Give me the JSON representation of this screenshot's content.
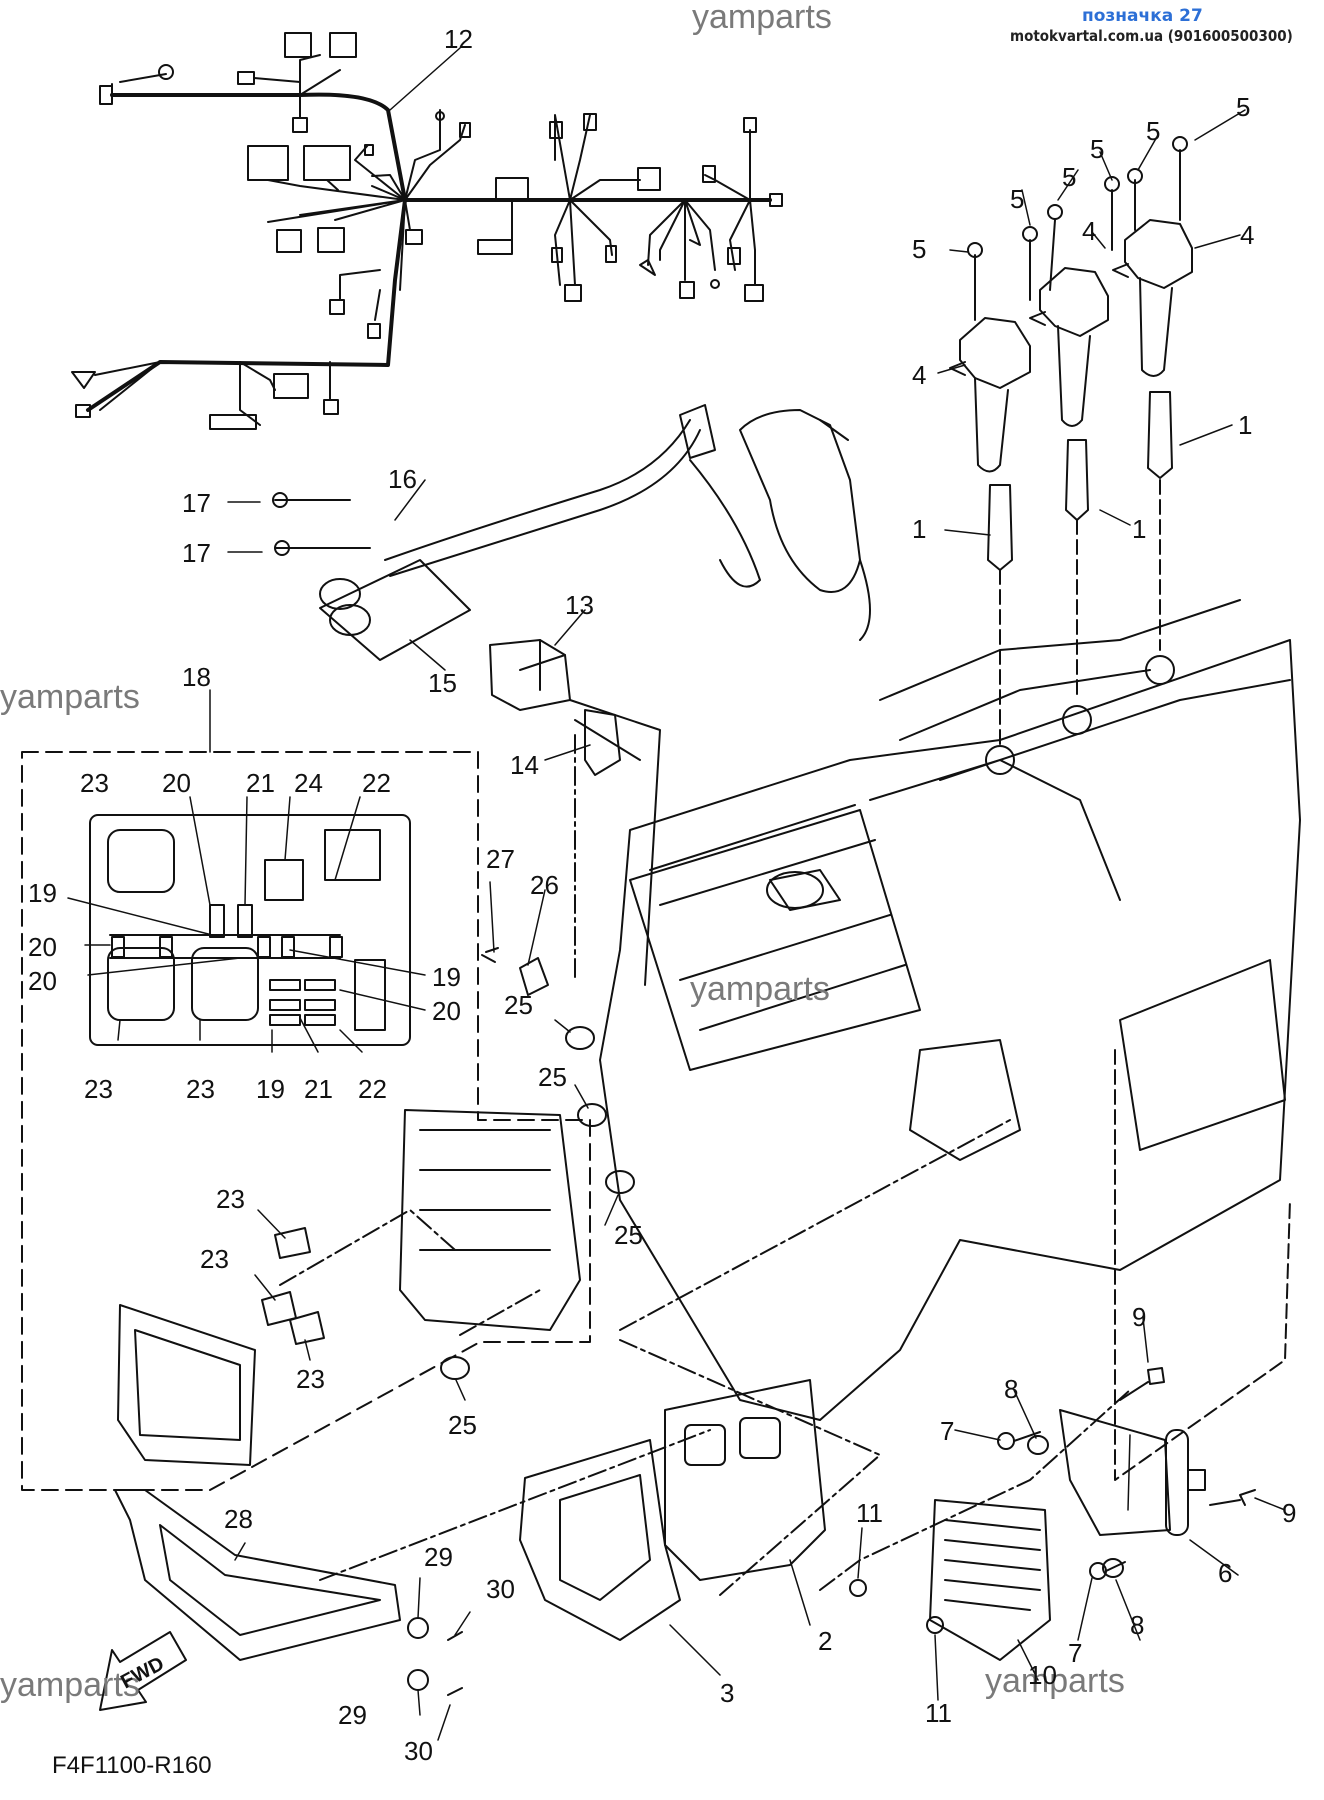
{
  "header": {
    "badge": "позначка 27",
    "source": "motokvartal.com.ua (901600500300)"
  },
  "watermarks": [
    "yamparts",
    "yamparts",
    "yamparts",
    "yamparts",
    "yamparts"
  ],
  "diagram_code": "F4F1100-R160",
  "fwd_label": "FWD",
  "callouts": [
    "1",
    "1",
    "1",
    "2",
    "3",
    "4",
    "4",
    "4",
    "5",
    "5",
    "5",
    "5",
    "5",
    "5",
    "6",
    "7",
    "7",
    "8",
    "8",
    "9",
    "9",
    "10",
    "11",
    "11",
    "12",
    "13",
    "14",
    "15",
    "16",
    "17",
    "17",
    "18",
    "19",
    "19",
    "19",
    "20",
    "20",
    "20",
    "20",
    "21",
    "21",
    "22",
    "22",
    "23",
    "23",
    "23",
    "23",
    "23",
    "23",
    "24",
    "25",
    "25",
    "25",
    "25",
    "26",
    "27",
    "28",
    "29",
    "29",
    "30",
    "30"
  ]
}
